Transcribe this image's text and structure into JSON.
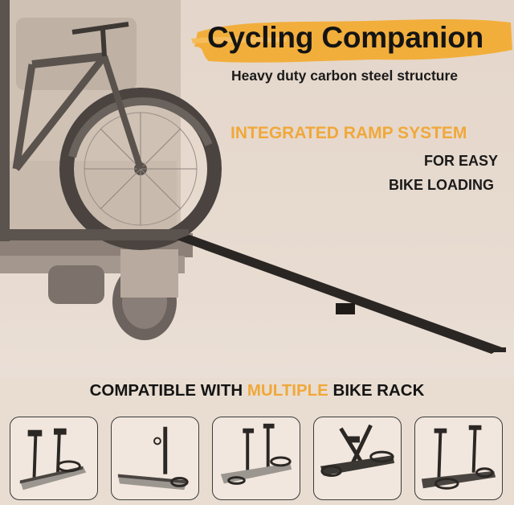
{
  "headline": {
    "title": "Cycling Companion",
    "subtitle": "Heavy duty carbon steel structure"
  },
  "feature": {
    "heading": "INTEGRATED RAMP SYSTEM",
    "line1": "FOR EASY",
    "line2": "BIKE LOADING"
  },
  "compatibility": {
    "prefix": "COMPATIBLE WITH ",
    "highlight": "MULTIPLE",
    "suffix": " BIKE RACK"
  },
  "colors": {
    "accent": "#f0a83a",
    "text": "#141414",
    "background": "#e9ddd1"
  },
  "thumbnails": [
    {
      "icon": "bike-rack-icon"
    },
    {
      "icon": "bike-rack-icon"
    },
    {
      "icon": "bike-rack-icon"
    },
    {
      "icon": "bike-rack-icon"
    },
    {
      "icon": "bike-rack-icon"
    }
  ]
}
